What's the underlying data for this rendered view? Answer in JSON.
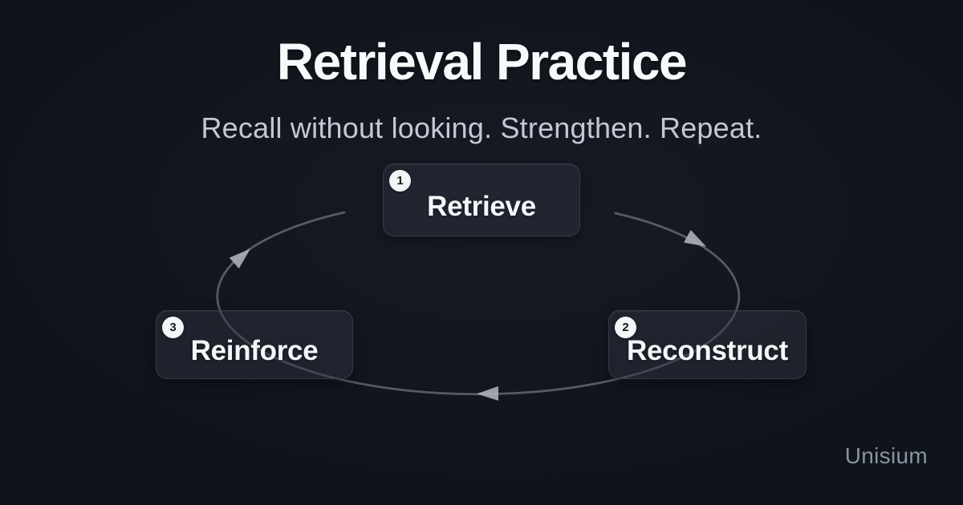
{
  "header": {
    "title": "Retrieval Practice",
    "subtitle": "Recall without looking. Strengthen. Repeat."
  },
  "diagram": {
    "type": "cycle",
    "direction": "clockwise",
    "nodes": [
      {
        "number": "1",
        "label": "Retrieve",
        "position": "top-center"
      },
      {
        "number": "2",
        "label": "Reconstruct",
        "position": "bottom-right"
      },
      {
        "number": "3",
        "label": "Reinforce",
        "position": "bottom-left"
      }
    ],
    "edges": [
      {
        "from": "Retrieve",
        "to": "Reconstruct",
        "arrow": "down-right"
      },
      {
        "from": "Reconstruct",
        "to": "Reinforce",
        "arrow": "left"
      },
      {
        "from": "Reinforce",
        "to": "Retrieve",
        "arrow": "up-right"
      }
    ]
  },
  "footer": {
    "brand": "Unisium"
  },
  "colors": {
    "background": "#0f131a",
    "background_center": "#161b25",
    "card_border": "#353b47",
    "title": "#f7f9fc",
    "subtitle": "#c2c8d4",
    "label": "#f4f6f9",
    "badge_bg": "#f4f5f7",
    "badge_text": "#151922",
    "arc": "#596069",
    "arrow": "#a9aeb8",
    "brand": "#8a93a2"
  }
}
